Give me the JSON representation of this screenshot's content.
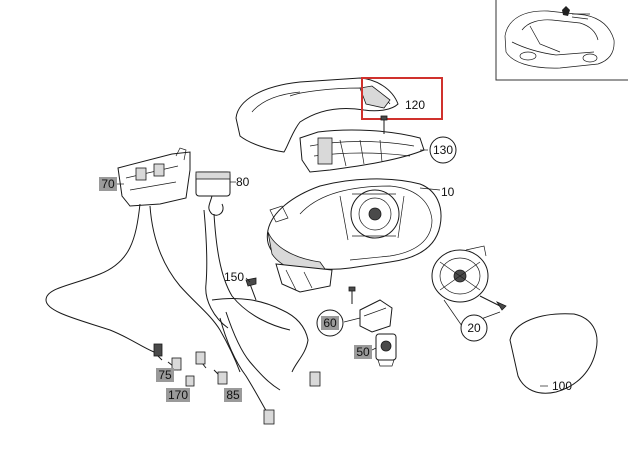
{
  "diagram": {
    "callouts": {
      "c120": "120",
      "c130": "130",
      "c10": "10",
      "c80": "80",
      "c70": "70",
      "c150": "150",
      "c60": "60",
      "c50": "50",
      "c20": "20",
      "c100": "100",
      "c75": "75",
      "c170": "170",
      "c85": "85"
    },
    "highlighted_callout": "120",
    "colors": {
      "highlight_box": "#d0312d",
      "label_shade": "#9a9a9a",
      "line": "#1a1a1a"
    },
    "icons": [
      "car-locator-icon"
    ]
  }
}
